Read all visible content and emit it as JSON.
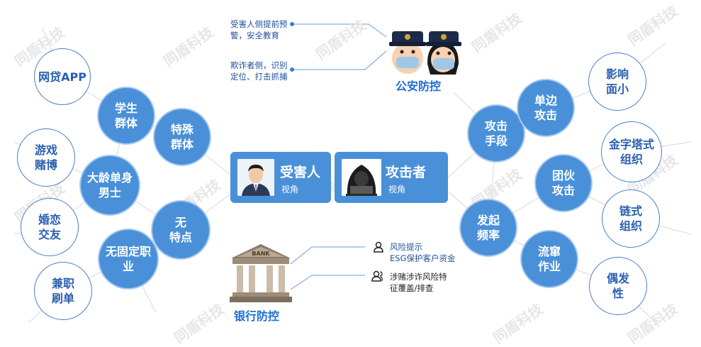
{
  "watermark": "同盾科技",
  "watermark_url": "www.tongdun.cn",
  "police": {
    "title": "公安防控",
    "notes": [
      "受害人侧提前预\n警，安全教育",
      "欺诈者侧，识别\n定位、打击抓捕"
    ]
  },
  "bank": {
    "title": "银行防控",
    "sign": "BANK",
    "notes": [
      "风险提示\nESG保护客户资金",
      "涉赌涉诈风险特\n征覆盖/排查"
    ]
  },
  "victim_card": {
    "title": "受害人",
    "sub": "视角"
  },
  "attacker_card": {
    "title": "攻击者",
    "sub": "视角"
  },
  "left_inner": [
    "学生\n群体",
    "特殊\n群体",
    "大龄单身\n男士",
    "无\n特点",
    "无固定职\n业"
  ],
  "left_outer": [
    "网贷APP",
    "游戏\n赌博",
    "婚恋\n交友",
    "兼职\n刷单"
  ],
  "right_inner": [
    "攻击\n手段",
    "发起\n频率",
    "单边\n攻击",
    "团伙\n攻击",
    "流窜\n作业"
  ],
  "right_outer": [
    "影响\n面小",
    "金字塔式\n组织",
    "链式\n组织",
    "偶发\n性"
  ],
  "colors": {
    "accent": "#4a90d9",
    "outline": "#4a7fc8",
    "text_blue": "#1f6fd4"
  }
}
